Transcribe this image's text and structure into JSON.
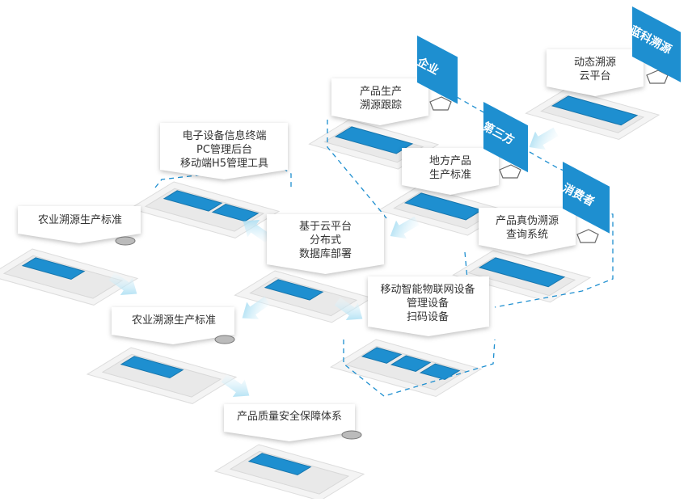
{
  "accent_color": "#1e8fd0",
  "arrow_color": "#8fd4ef",
  "modules": [
    {
      "id": "farm-standard-top",
      "lines": [
        "农业溯源生产标准"
      ]
    },
    {
      "id": "device-terminal",
      "lines": [
        "电子设备信息终端",
        "PC管理后台",
        "移动端H5管理工具"
      ]
    },
    {
      "id": "cloud-platform",
      "lines": [
        "基于云平台",
        "分布式",
        "数据库部署"
      ]
    },
    {
      "id": "farm-standard-mid",
      "lines": [
        "农业溯源生产标准"
      ]
    },
    {
      "id": "quality-system",
      "lines": [
        "产品质量安全保障体系"
      ]
    },
    {
      "id": "iot-devices",
      "lines": [
        "移动智能物联网设备",
        "管理设备",
        "扫码设备"
      ]
    },
    {
      "id": "production-trace",
      "lines": [
        "产品生产",
        "溯源跟踪"
      ]
    },
    {
      "id": "local-standard",
      "lines": [
        "地方产品",
        "生产标准"
      ]
    },
    {
      "id": "anti-fake-query",
      "lines": [
        "产品真伪溯源",
        "查询系统"
      ]
    },
    {
      "id": "dynamic-cloud",
      "lines": [
        "动态溯源",
        "云平台"
      ]
    }
  ],
  "roles": [
    {
      "id": "enterprise",
      "label": "企业"
    },
    {
      "id": "third-party",
      "label": "第三方"
    },
    {
      "id": "consumer",
      "label": "消费者"
    },
    {
      "id": "lanke",
      "label": "蓝科溯源"
    }
  ]
}
